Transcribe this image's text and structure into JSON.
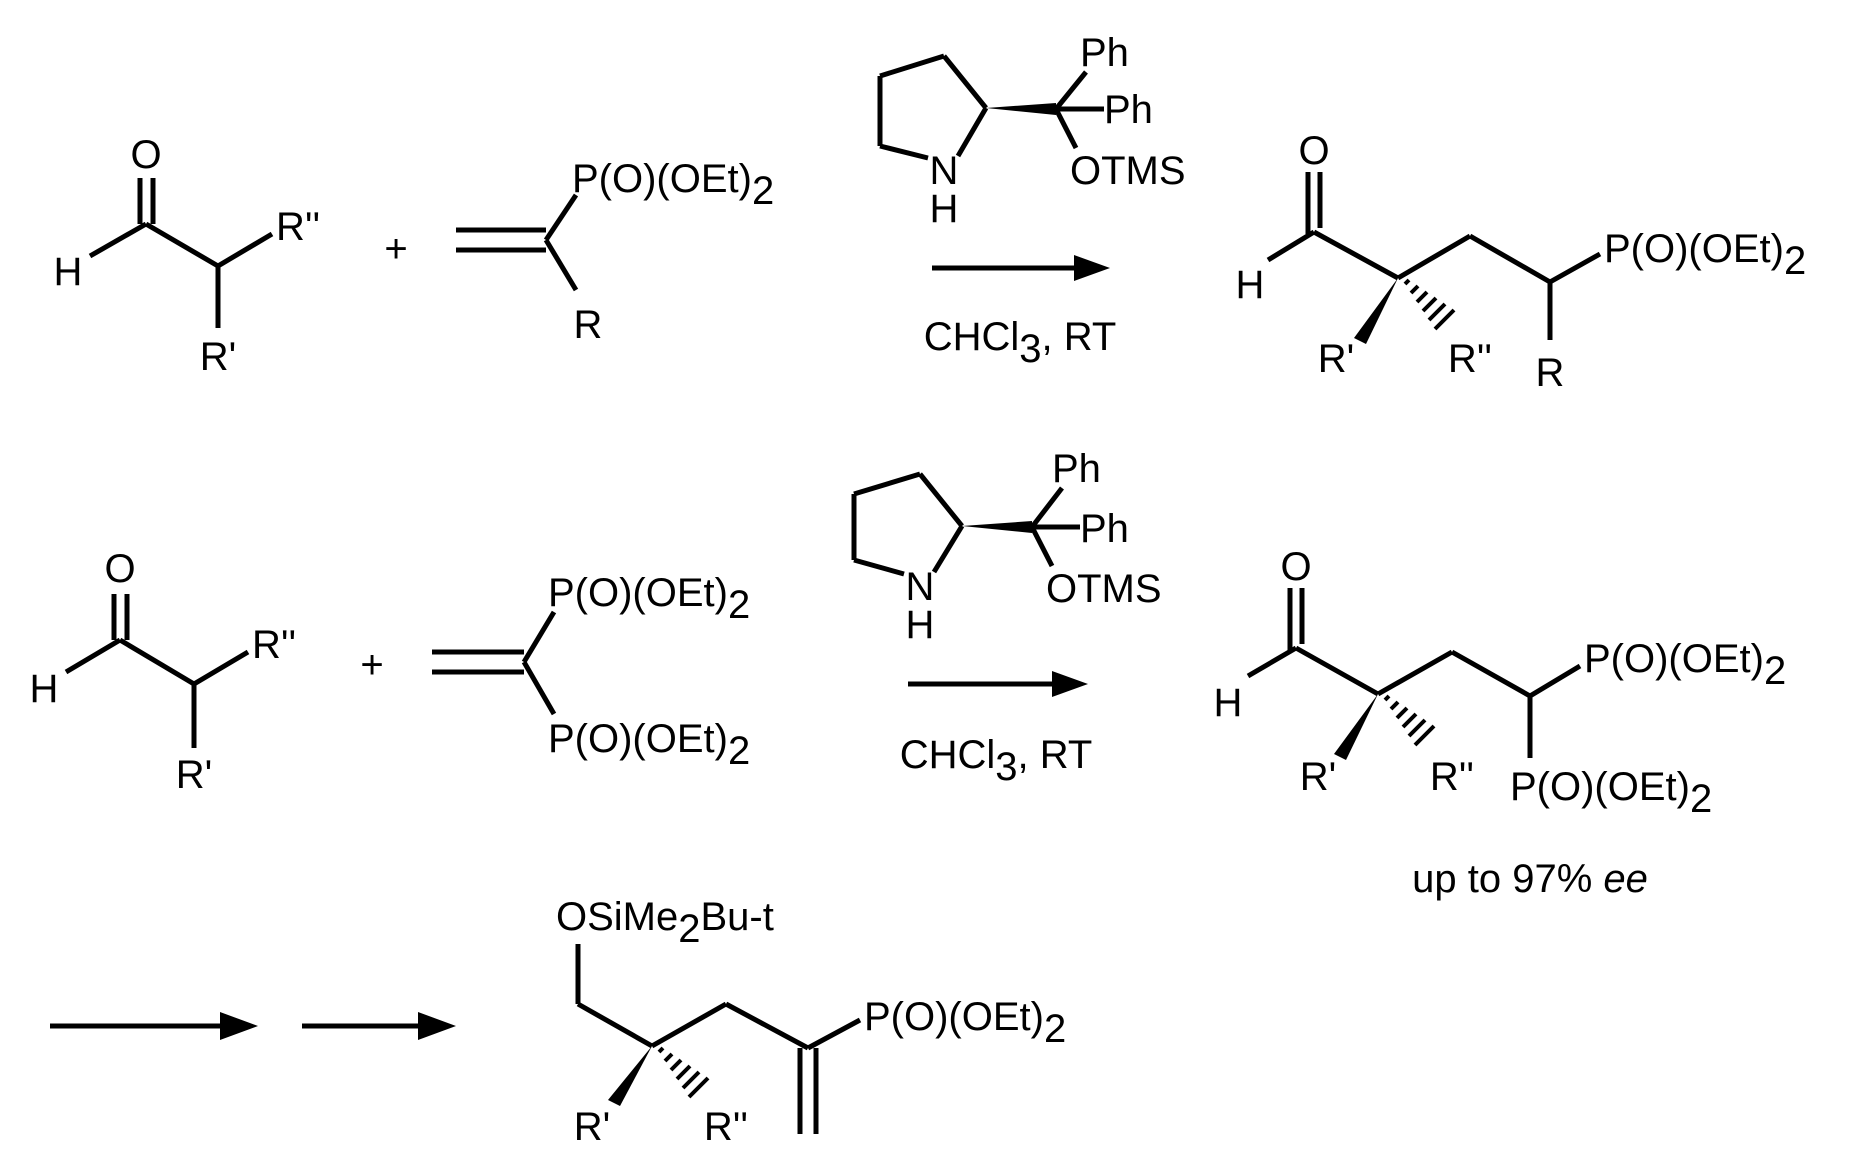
{
  "scheme": {
    "row1": {
      "aldehyde": {
        "o": "O",
        "h": "H",
        "r2": "R''",
        "r1": "R'"
      },
      "plus": "+",
      "vinylphosphonate": {
        "p_main": "P(O)(OEt)",
        "p_sub": "2",
        "r": "R"
      },
      "catalyst": {
        "ph1": "Ph",
        "ph2": "Ph",
        "otms": "OTMS",
        "n": "N",
        "h": "H"
      },
      "conditions": {
        "pre": "CHCl",
        "sub": "3",
        "post": ", RT"
      },
      "product": {
        "o": "O",
        "h": "H",
        "p_main": "P(O)(OEt)",
        "p_sub": "2",
        "r1": "R'",
        "r2": "R''",
        "r": "R"
      }
    },
    "row2": {
      "aldehyde": {
        "o": "O",
        "h": "H",
        "r2": "R''",
        "r1": "R'"
      },
      "plus": "+",
      "bisphosphonate": {
        "p_main": "P(O)(OEt)",
        "p_sub": "2"
      },
      "catalyst": {
        "ph1": "Ph",
        "ph2": "Ph",
        "otms": "OTMS",
        "n": "N",
        "h": "H"
      },
      "conditions": {
        "pre": "CHCl",
        "sub": "3",
        "post": ", RT"
      },
      "product": {
        "o": "O",
        "h": "H",
        "p_main": "P(O)(OEt)",
        "p_sub": "2",
        "r1": "R'",
        "r2": "R''"
      },
      "ee_note": {
        "pre": "up to 97% ",
        "ee": "ee"
      }
    },
    "row3": {
      "product": {
        "osi_pre": "OSiMe",
        "osi_sub": "2",
        "osi_post": "Bu-t",
        "p_main": "P(O)(OEt)",
        "p_sub": "2",
        "r1": "R'",
        "r2": "R''"
      }
    }
  }
}
